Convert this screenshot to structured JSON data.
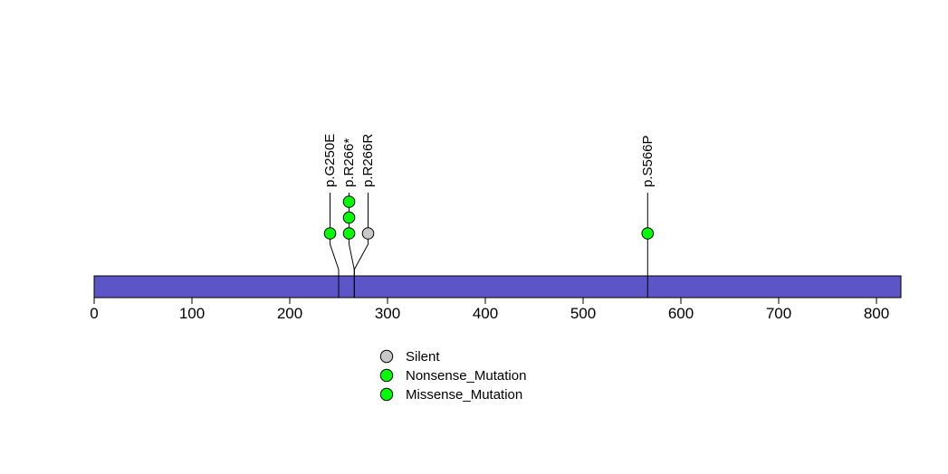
{
  "chart_data": {
    "type": "lollipop",
    "gene_bar": {
      "start": 0,
      "end": 825,
      "color": "#5B55C8"
    },
    "x_axis": {
      "ticks": [
        0,
        100,
        200,
        300,
        400,
        500,
        600,
        700,
        800
      ],
      "range": [
        0,
        825
      ]
    },
    "mutations": [
      {
        "label": "p.G250E",
        "position": 250,
        "count": 1,
        "type": "Missense_Mutation",
        "color": "#00FF00"
      },
      {
        "label": "p.R266*",
        "position": 266,
        "count": 3,
        "type": "Nonsense_Mutation",
        "color": "#00FF00"
      },
      {
        "label": "p.R266R",
        "position": 266,
        "count": 1,
        "type": "Silent",
        "color": "#C8C8C8"
      },
      {
        "label": "p.S566P",
        "position": 566,
        "count": 1,
        "type": "Missense_Mutation",
        "color": "#00FF00"
      }
    ],
    "legend": [
      {
        "label": "Silent",
        "color": "#C8C8C8"
      },
      {
        "label": "Nonsense_Mutation",
        "color": "#00FF00"
      },
      {
        "label": "Missense_Mutation",
        "color": "#00FF00"
      }
    ],
    "style": {
      "stem_color": "#000000",
      "outline_color": "#000000",
      "background": "#FFFFFF",
      "text_color": "#000000"
    }
  }
}
